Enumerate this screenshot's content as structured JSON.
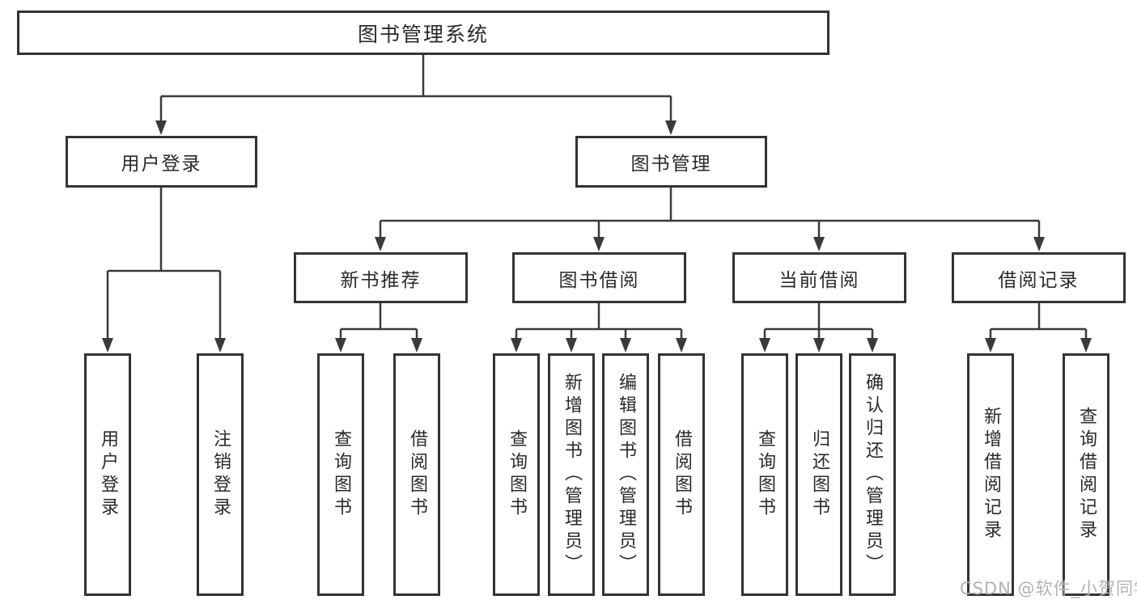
{
  "diagram": {
    "root": {
      "label": "图书管理系统"
    },
    "branches": [
      {
        "label": "用户登录",
        "children": [
          {
            "label": "用户登录"
          },
          {
            "label": "注销登录"
          }
        ]
      },
      {
        "label": "图书管理",
        "children": [
          {
            "label": "新书推荐",
            "children": [
              {
                "label": "查询图书"
              },
              {
                "label": "借阅图书"
              }
            ]
          },
          {
            "label": "图书借阅",
            "children": [
              {
                "label": "查询图书"
              },
              {
                "label": "新增图书（管理员）"
              },
              {
                "label": "编辑图书（管理员）"
              },
              {
                "label": "借阅图书"
              }
            ]
          },
          {
            "label": "当前借阅",
            "children": [
              {
                "label": "查询图书"
              },
              {
                "label": "归还图书"
              },
              {
                "label": "确认归还（管理员）"
              }
            ]
          },
          {
            "label": "借阅记录",
            "children": [
              {
                "label": "新增借阅记录"
              },
              {
                "label": "查询借阅记录"
              }
            ]
          }
        ]
      }
    ]
  },
  "watermark": {
    "text": "CSDN @软件_小贺同学"
  },
  "colors": {
    "line": "#3a3a3a",
    "box_border": "#333333",
    "text": "#2a2a2a",
    "watermark": "#b2b2b2",
    "background": "#ffffff"
  }
}
